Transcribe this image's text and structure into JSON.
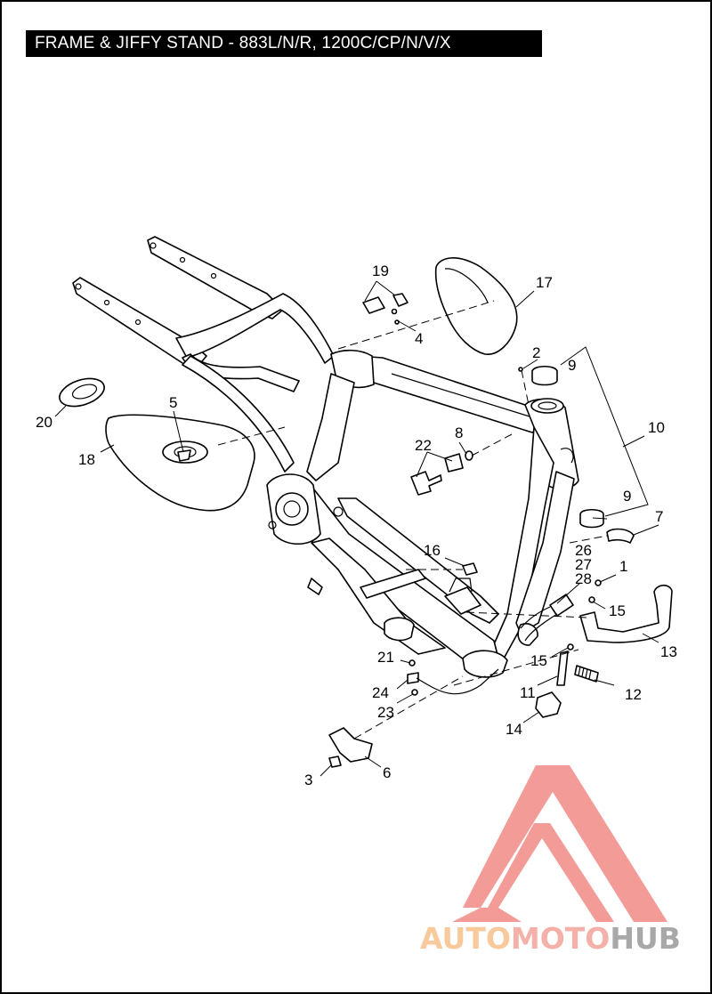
{
  "title": "FRAME & JIFFY STAND - 883L/N/R, 1200C/CP/N/V/X",
  "callouts": {
    "c1": "1",
    "c2": "2",
    "c3": "3",
    "c4": "4",
    "c5": "5",
    "c6": "6",
    "c7": "7",
    "c8": "8",
    "c9a": "9",
    "c9b": "9",
    "c10": "10",
    "c11": "11",
    "c12": "12",
    "c13": "13",
    "c14": "14",
    "c15a": "15",
    "c15b": "15",
    "c16": "16",
    "c17": "17",
    "c18": "18",
    "c19": "19",
    "c20": "20",
    "c21": "21",
    "c22": "22",
    "c23": "23",
    "c24": "24",
    "c26": "26",
    "c27": "27",
    "c28": "28"
  },
  "watermark": {
    "word_part1": "AUTO",
    "word_part2": "MOTO",
    "word_part3": "HUB",
    "color_part1": "#f6c08a",
    "color_part2": "#f3a49c",
    "color_part3": "#9a9a9a",
    "triangle_color": "#f08a86"
  },
  "colors": {
    "line": "#000000",
    "background": "#ffffff",
    "title_bar": "#000000",
    "title_text": "#ffffff"
  }
}
